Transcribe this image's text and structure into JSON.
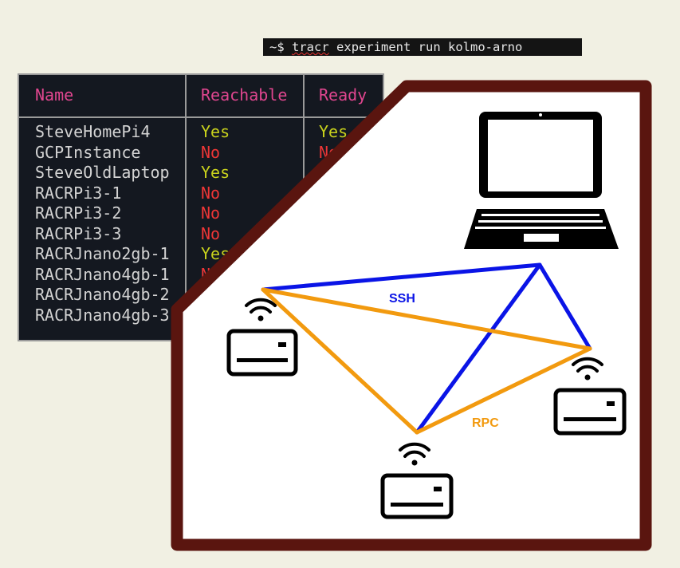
{
  "command": {
    "prompt": "~$",
    "program": "tracr",
    "args": "experiment run kolmo-arno"
  },
  "table": {
    "headers": [
      "Name",
      "Reachable",
      "Ready"
    ],
    "rows": [
      {
        "name": "SteveHomePi4",
        "reachable": "Yes",
        "ready": "Yes"
      },
      {
        "name": "GCPInstance",
        "reachable": "No",
        "ready": "No"
      },
      {
        "name": "SteveOldLaptop",
        "reachable": "Yes",
        "ready": ""
      },
      {
        "name": "RACRPi3-1",
        "reachable": "No",
        "ready": ""
      },
      {
        "name": "RACRPi3-2",
        "reachable": "No",
        "ready": ""
      },
      {
        "name": "RACRPi3-3",
        "reachable": "No",
        "ready": ""
      },
      {
        "name": "RACRJnano2gb-1",
        "reachable": "Yes",
        "ready": ""
      },
      {
        "name": "RACRJnano4gb-1",
        "reachable": "No",
        "ready": ""
      },
      {
        "name": "RACRJnano4gb-2",
        "reachable": "",
        "ready": ""
      },
      {
        "name": "RACRJnano4gb-3",
        "reachable": "",
        "ready": ""
      }
    ]
  },
  "diagram": {
    "ssh_label": "SSH",
    "rpc_label": "RPC",
    "ssh_color": "#0a14e6",
    "rpc_color": "#f29a0f",
    "frame_color": "#5a150f",
    "icons": [
      "laptop-icon",
      "wireless-device-icon",
      "wireless-device-icon",
      "wireless-device-icon"
    ]
  },
  "colors": {
    "background": "#f1f0e3",
    "terminal_bg": "#141820",
    "header_text": "#e0468f",
    "yes": "#c9d21d",
    "no": "#ee3636"
  }
}
